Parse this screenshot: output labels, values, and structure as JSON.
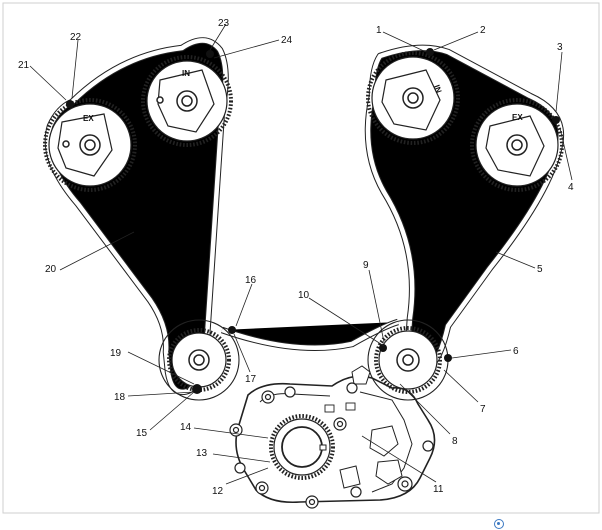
{
  "diagram": {
    "sprocket_labels": {
      "left_exhaust": "EX",
      "left_intake": "IN",
      "right_intake": "IN",
      "right_exhaust": "EX"
    },
    "callouts": [
      "1",
      "2",
      "3",
      "4",
      "5",
      "6",
      "7",
      "8",
      "9",
      "10",
      "11",
      "12",
      "13",
      "14",
      "15",
      "16",
      "17",
      "18",
      "19",
      "20",
      "21",
      "22",
      "23",
      "24"
    ],
    "zoom_icon": "magnifier-icon"
  }
}
